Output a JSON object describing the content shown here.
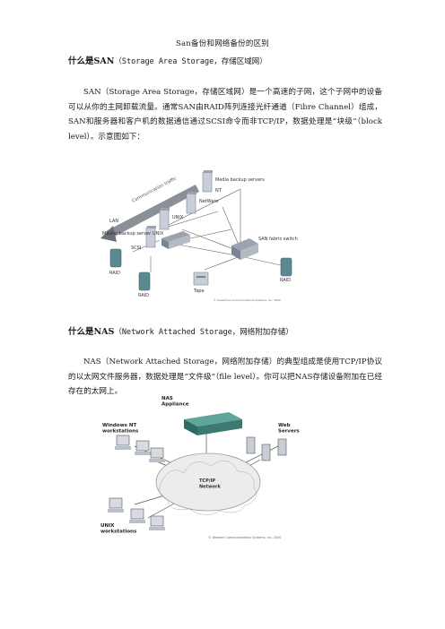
{
  "doc": {
    "title": "San备份和网络备份的区别",
    "san_heading": {
      "bold": "什么是SAN",
      "rest": "（Storage Area Storage，存储区域网）"
    },
    "san_paragraph": "SAN（Storage Area Storage，存储区域网）是一个高速的子网，这个子网中的设备可以从你的主网卸载流量。通常SAN由RAID阵列连接光纤通道（Fibre Channel）组成，SAN和服务器和客户机的数据通信通过SCSI命令而非TCP/IP，数据处理是“块级”（block level）。示意图如下：",
    "nas_heading": {
      "bold": "什么是NAS",
      "rest": "（Network Attached Storage，网络附加存储）"
    },
    "nas_paragraph": "NAS（Network Attached Storage，网络附加存储）的典型组成是使用TCP/IP协议的以太网文件服务器，数据处理是“文件级”（file level）。你可以把NAS存储设备附加在已经存在的太网上。"
  },
  "san_figure": {
    "labels": {
      "communication_traffic": "Communication traffic",
      "media_backup_servers": "Media backup servers",
      "nt": "NT",
      "netware": "NetWare",
      "unix1": "UNIX",
      "unix2": "UNIX",
      "lan": "LAN",
      "master_backup_server": "Master backup server",
      "scsi": "SCSI",
      "san_fabric_switch": "SAN fabric switch",
      "raid1": "RAID",
      "raid2": "RAID",
      "raid3": "RAID",
      "tape": "Tape",
      "copyright": "© Snapdrive Communications Systems, Inc. 2000"
    }
  },
  "nas_figure": {
    "labels": {
      "nas_appliance": "NAS\nAppliance",
      "windows_nt_workstations": "Windows NT\nworkstations",
      "web_servers": "Web\nServers",
      "tcpip_network": "TCP/IP\nNetwork",
      "unix_workstations": "UNIX\nworkstations",
      "copyright": "© Western Communications Systems, Inc. 2000"
    }
  },
  "colors": {
    "device_fill": "#c8ced6",
    "device_dark": "#7a8594",
    "raid_teal": "#5a8a90",
    "cable": "#555555",
    "cloud": "#e8e8e8",
    "nas_green": "#3a7a70"
  }
}
